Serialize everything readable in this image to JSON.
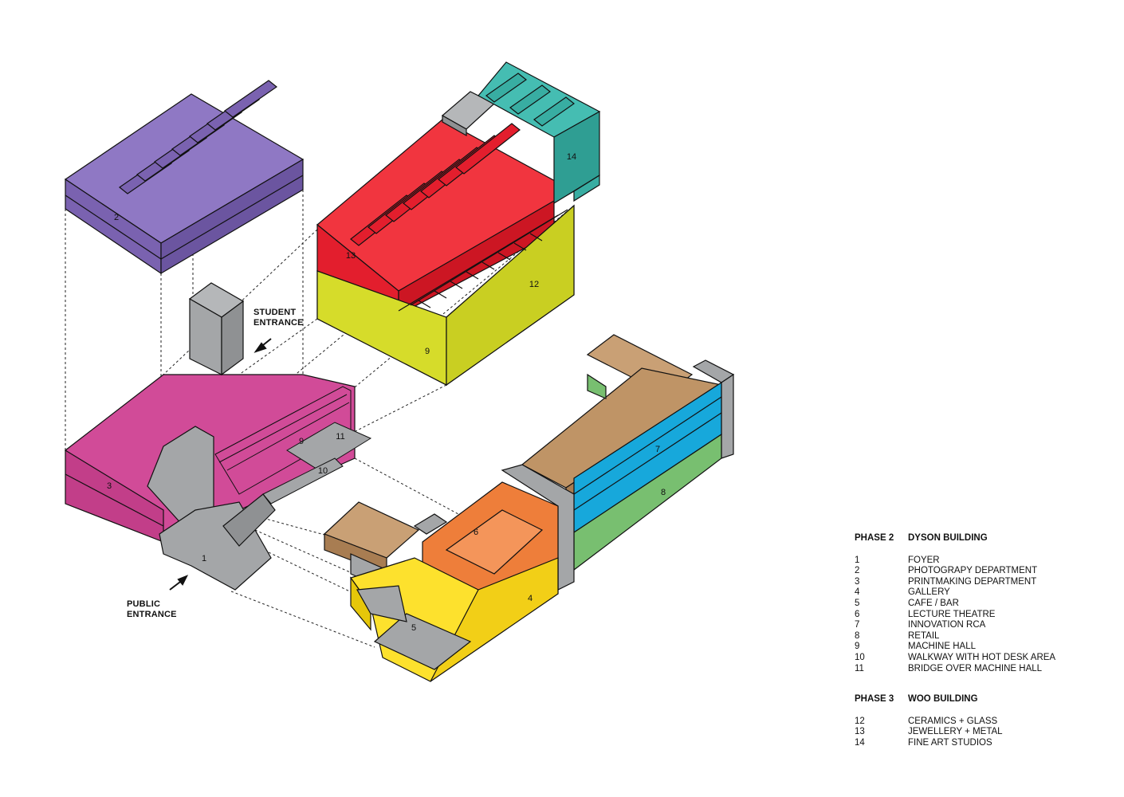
{
  "annotations": {
    "student_entrance": [
      "STUDENT",
      "ENTRANCE"
    ],
    "public_entrance": [
      "PUBLIC",
      "ENTRANCE"
    ]
  },
  "volume_numbers": {
    "v1": "1",
    "v2": "2",
    "v3": "3",
    "v4": "4",
    "v5": "5",
    "v6": "6",
    "v7": "7",
    "v8": "8",
    "v9a": "9",
    "v9b": "9",
    "v10": "10",
    "v11": "11",
    "v12": "12",
    "v13": "13",
    "v14": "14"
  },
  "legend": {
    "phase2": {
      "phase": "PHASE 2",
      "building": "DYSON BUILDING",
      "items": [
        {
          "num": "1",
          "label": "FOYER"
        },
        {
          "num": "2",
          "label": "PHOTOGRAPY DEPARTMENT"
        },
        {
          "num": "3",
          "label": "PRINTMAKING DEPARTMENT"
        },
        {
          "num": "4",
          "label": "GALLERY"
        },
        {
          "num": "5",
          "label": "CAFE / BAR"
        },
        {
          "num": "6",
          "label": "LECTURE THEATRE"
        },
        {
          "num": "7",
          "label": "INNOVATION RCA"
        },
        {
          "num": "8",
          "label": "RETAIL"
        },
        {
          "num": "9",
          "label": "MACHINE HALL"
        },
        {
          "num": "10",
          "label": "WALKWAY WITH HOT DESK AREA"
        },
        {
          "num": "11",
          "label": "BRIDGE OVER MACHINE HALL"
        }
      ]
    },
    "phase3": {
      "phase": "PHASE 3",
      "building": "WOO BUILDING",
      "items": [
        {
          "num": "12",
          "label": "CERAMICS + GLASS"
        },
        {
          "num": "13",
          "label": "JEWELLERY + METAL"
        },
        {
          "num": "14",
          "label": "FINE ART STUDIOS"
        }
      ]
    }
  },
  "colors": {
    "purple": "#7a62b0",
    "magenta": "#d14b98",
    "red": "#e31e2d",
    "yellow_green": "#d6dc2a",
    "teal": "#38ada2",
    "brown": "#bf9466",
    "blue": "#17a8db",
    "green": "#78bf70",
    "orange": "#ee7e3a",
    "yellow": "#fde12d",
    "grey": "#a4a6a8"
  }
}
